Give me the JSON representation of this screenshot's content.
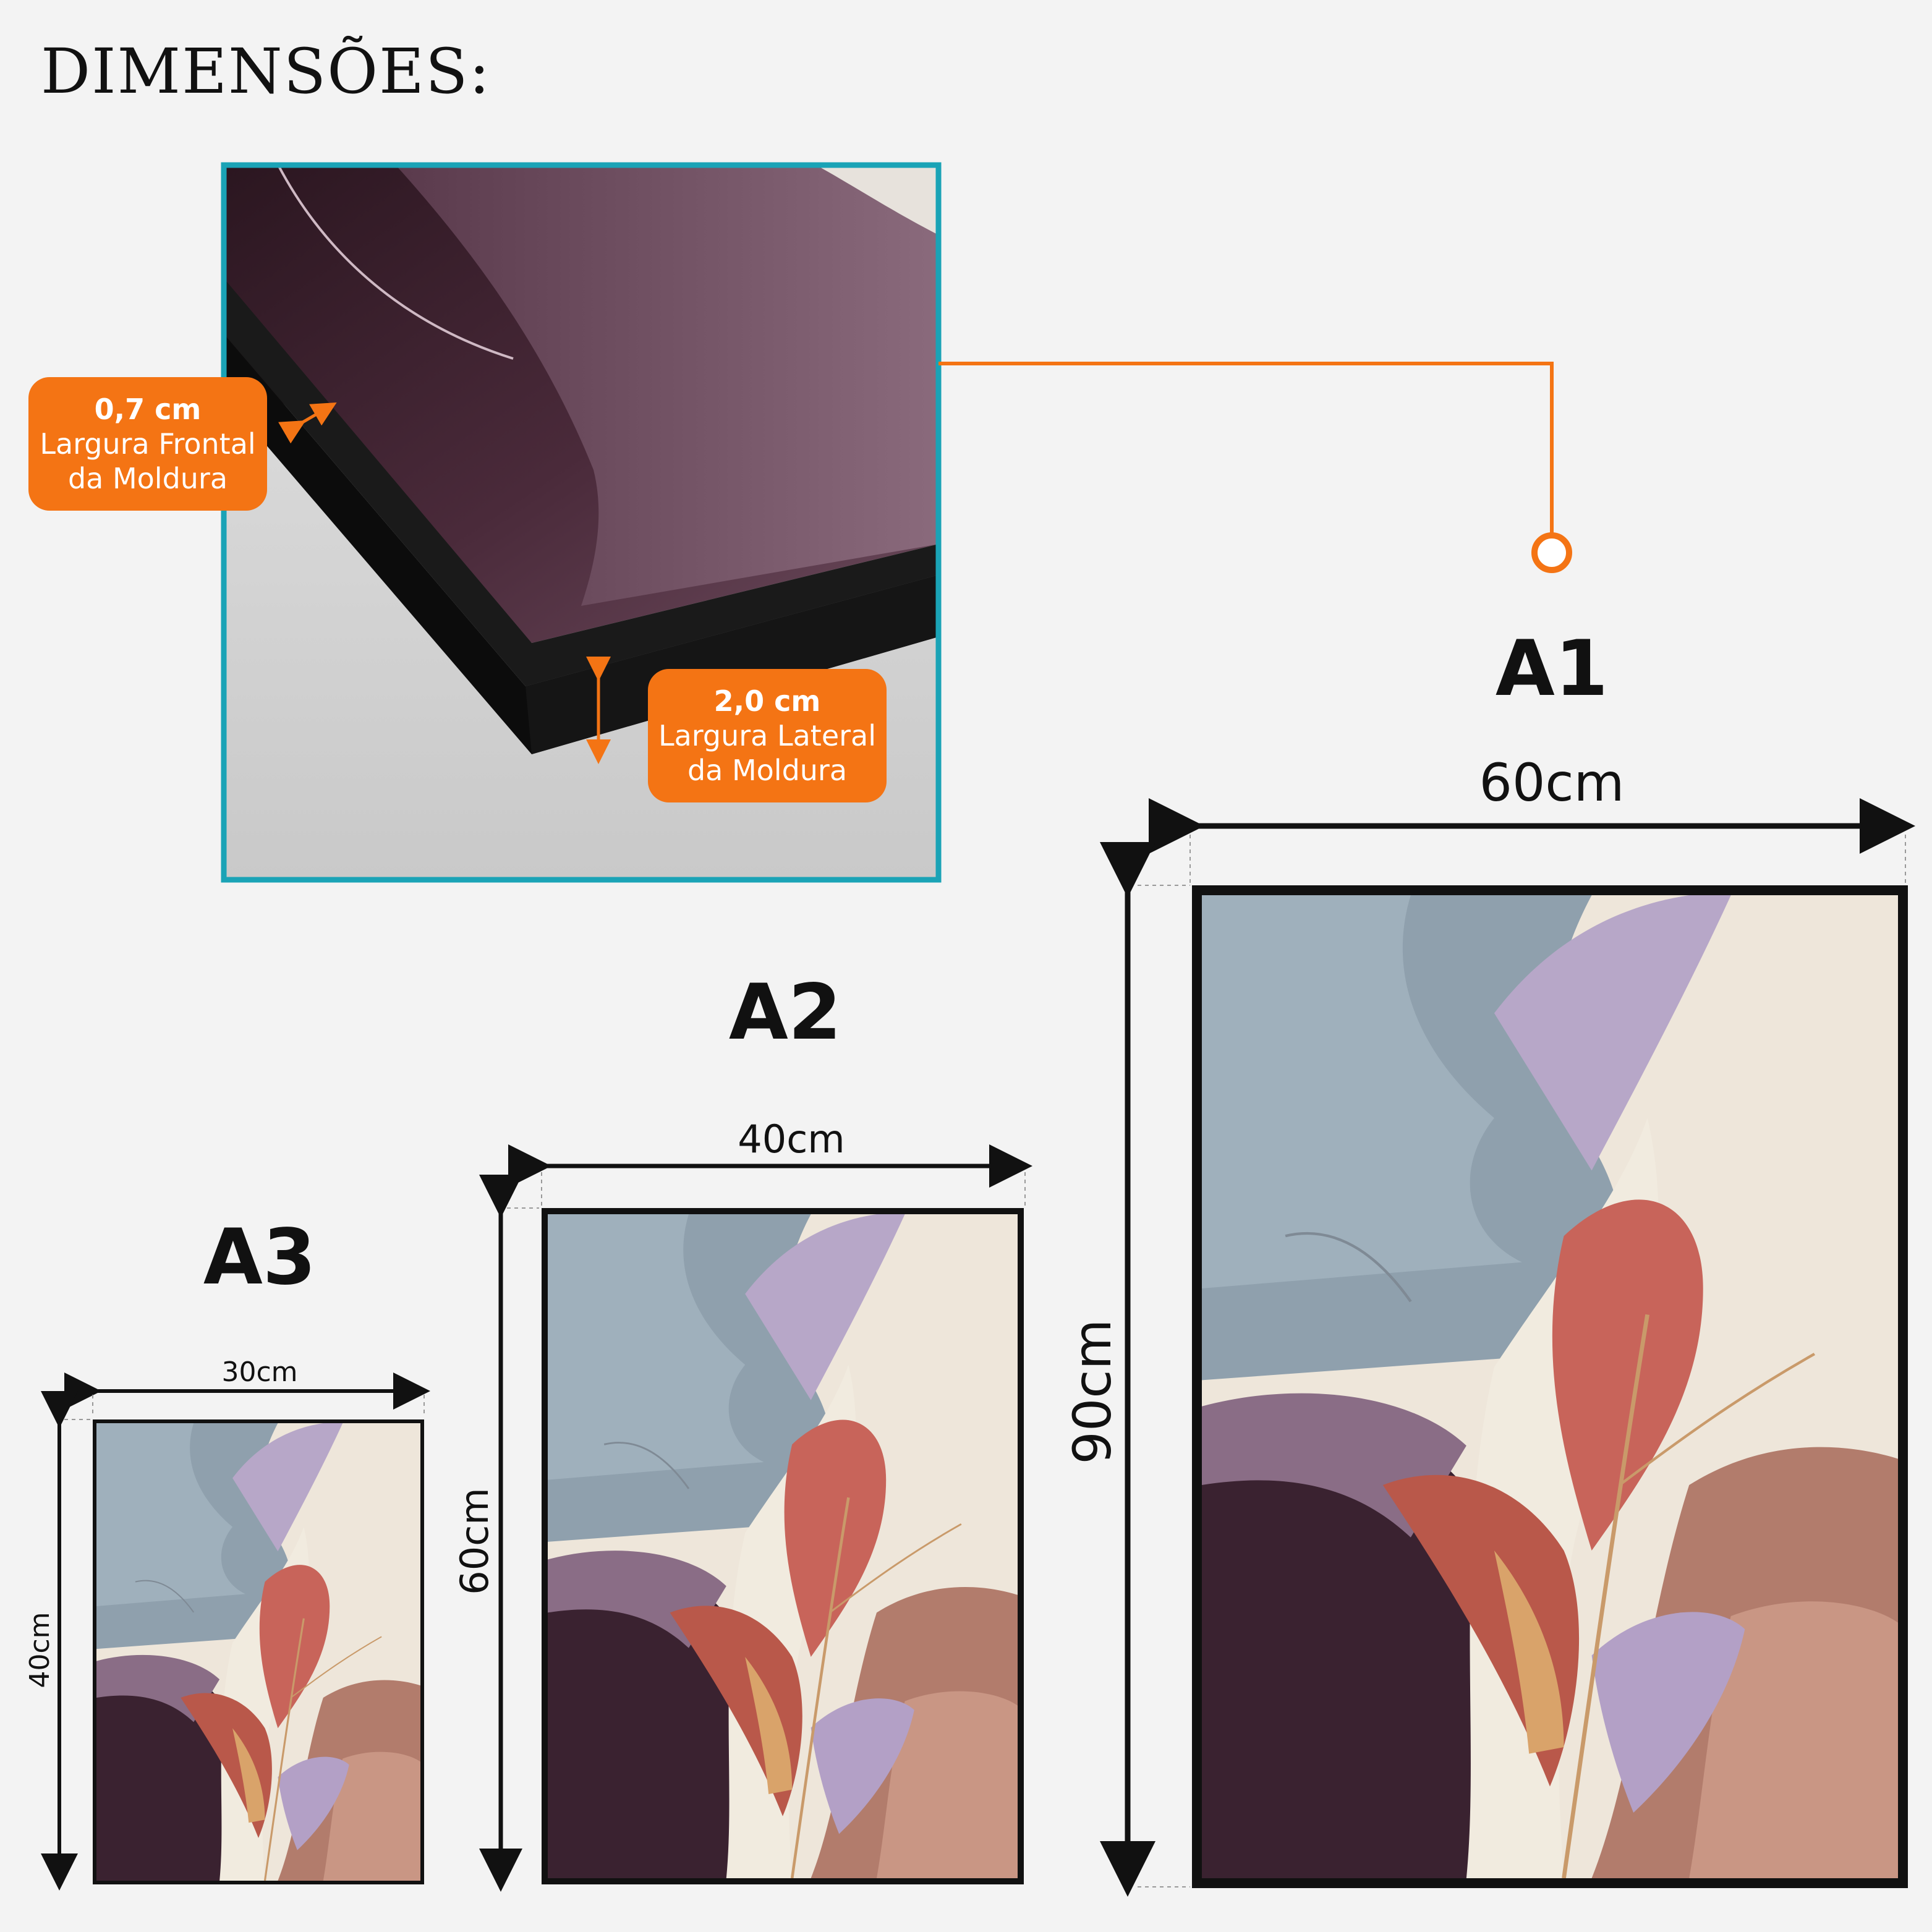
{
  "title": "DIMENSÕES:",
  "detail": {
    "front_width": {
      "value": "0,7 cm",
      "line1": "Largura Frontal",
      "line2": "da Moldura"
    },
    "side_width": {
      "value": "2,0 cm",
      "line1": "Largura Lateral",
      "line2": "da Moldura"
    }
  },
  "sizes": [
    {
      "name": "A1",
      "width_label": "60cm",
      "height_label": "90cm"
    },
    {
      "name": "A2",
      "width_label": "40cm",
      "height_label": "60cm"
    },
    {
      "name": "A3",
      "width_label": "30cm",
      "height_label": "40cm"
    }
  ],
  "colors": {
    "accent": "#f47414",
    "detail_border": "#1aa3b6",
    "frame": "#111111",
    "background": "#f3f3f3"
  }
}
